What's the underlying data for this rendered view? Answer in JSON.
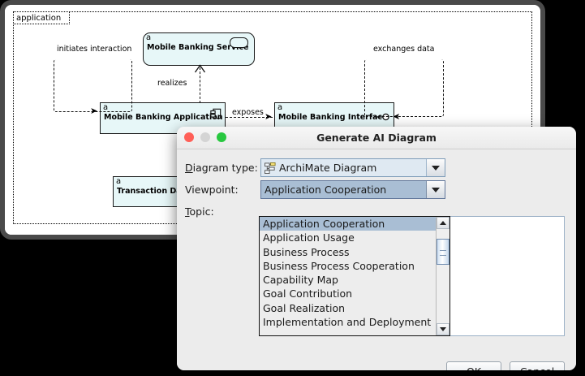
{
  "editor": {
    "group_label": "application",
    "elements": [
      {
        "id": "service",
        "tag": "a",
        "name": "Mobile Banking Service"
      },
      {
        "id": "application",
        "tag": "a",
        "name": "Mobile Banking Application"
      },
      {
        "id": "interface",
        "tag": "a",
        "name": "Mobile Banking Interface"
      },
      {
        "id": "data",
        "tag": "a",
        "name": "Transaction Data"
      }
    ],
    "relations": [
      {
        "id": "initiates",
        "label": "initiates interaction"
      },
      {
        "id": "realizes",
        "label": "realizes"
      },
      {
        "id": "exposes",
        "label": "exposes"
      },
      {
        "id": "exchanges",
        "label": "exchanges data"
      }
    ]
  },
  "dialog": {
    "title": "Generate AI Diagram",
    "labels": {
      "diagram_type": "Diagram type:",
      "diagram_type_mnemonic": "D",
      "diagram_type_rest": "iagram type:",
      "viewpoint": "Viewpoint:",
      "topic_mnemonic": "T",
      "topic_rest": "opic:"
    },
    "diagram_type": {
      "value": "ArchiMate Diagram",
      "icon": "archimate-diagram-icon"
    },
    "viewpoint": {
      "value": "Application Cooperation",
      "options": [
        "Application Cooperation",
        "Application Usage",
        "Business Process",
        "Business Process Cooperation",
        "Capability Map",
        "Goal Contribution",
        "Goal Realization",
        "Implementation and Deployment"
      ],
      "selected_index": 0
    },
    "topic": {
      "value": "",
      "placeholder": ""
    },
    "buttons": {
      "ok_mnemonic": "O",
      "ok_rest": "K",
      "cancel_mnemonic": "C",
      "cancel_rest": "ancel"
    }
  },
  "colors": {
    "element_fill": "#e7f7f8",
    "selection": "#a9bed4",
    "combo_fill": "#dfe9f2",
    "dialog_bg": "#ececec",
    "window_border": "#4a4a4a"
  }
}
